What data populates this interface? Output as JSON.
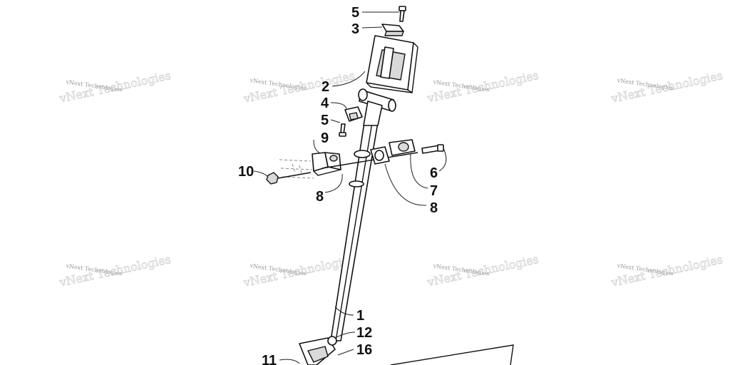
{
  "watermark": {
    "text": "vNext Technologies"
  },
  "callouts": {
    "c5_top": "5",
    "c3": "3",
    "c2": "2",
    "c4": "4",
    "c5_mid": "5",
    "c9": "9",
    "c10": "10",
    "c8_left": "8",
    "c6": "6",
    "c7": "7",
    "c8_right": "8",
    "c1": "1",
    "c12": "12",
    "c16": "16",
    "c11": "11"
  }
}
